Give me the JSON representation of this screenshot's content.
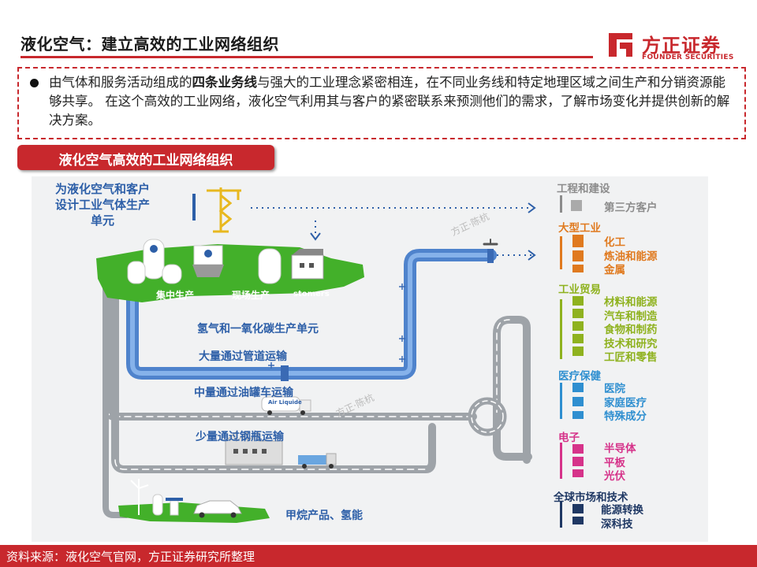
{
  "header": {
    "title": "液化空气：建立高效的工业网络组织",
    "logo_cn": "方正证券",
    "logo_en": "FOUNDER SECURITIES"
  },
  "intro": {
    "part1": "由气体和服务活动组成的",
    "bold": "四条业务线",
    "part2": "与强大的工业理念紧密相连，在不同业务线和特定地理区域之间生产和分销资源能够共享。 在这个高效的工业网络，液化空气利用其与客户的紧密联系来预测他们的需求，了解市场变化并提供创新的解决方案。"
  },
  "subtitle": "液化空气高效的工业网络组织",
  "diagram": {
    "design_unit": [
      "为液化空气和客户",
      "设计工业气体生产",
      "单元"
    ],
    "centralized": "集中生产",
    "onsite": "现场生产",
    "customers_fragment": "stomers",
    "hyco": "氢气和一氧化碳生产单元",
    "pipeline": "大量通过管道运输",
    "truck": "中量通过油罐车运输",
    "truck_brand": "Air Liquide",
    "cylinder": "少量通过钢瓶运输",
    "methane": "甲烷产品、氢能",
    "watermark": "方正·陈杭"
  },
  "categories": [
    {
      "title": "工程和建设",
      "items": [
        "第三方客户"
      ],
      "color": "#8c8c8c"
    },
    {
      "title": "大型工业",
      "items": [
        "化工",
        "炼油和能源",
        "金属"
      ],
      "color": "#e07a1f"
    },
    {
      "title": "工业贸易",
      "items": [
        "材料和能源",
        "汽车和制造",
        "食物和制药",
        "技术和研究",
        "工匠和零售"
      ],
      "color": "#8fb21f"
    },
    {
      "title": "医疗保健",
      "items": [
        "医院",
        "家庭医疗",
        "特殊成分"
      ],
      "color": "#2f8fd0"
    },
    {
      "title": "电子",
      "items": [
        "半导体",
        "平板",
        "光伏"
      ],
      "color": "#d6338a"
    },
    {
      "title": "全球市场和技术",
      "items": [
        "能源转换",
        "深科技"
      ],
      "color": "#1f3864"
    }
  ],
  "colors": {
    "brand": "#c8282d",
    "pipe": "#5a8fd6",
    "text_blue": "#2d5fa8",
    "road": "#9ea3a8"
  },
  "footer": "资料来源：液化空气官网，方正证券研究所整理"
}
